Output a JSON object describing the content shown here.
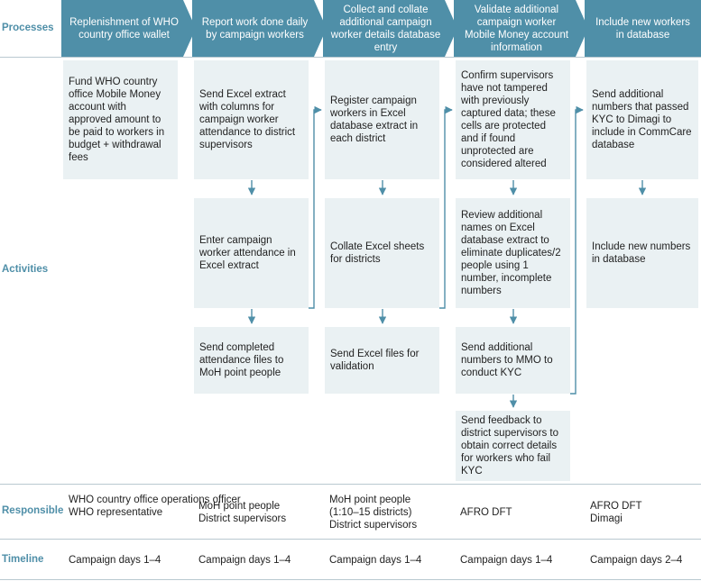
{
  "row_labels": {
    "processes": "Processes",
    "activities": "Activities",
    "responsible": "Responsible",
    "timeline": "Timeline"
  },
  "colors": {
    "header_fill": "#4f8fa8",
    "box_fill": "#eaf1f3",
    "arrow": "#4f8fa8",
    "label": "#4f8fa8"
  },
  "processes": [
    {
      "header": "Replenishment of WHO country office wallet",
      "activities": [
        "Fund WHO country office Mobile Money account with approved amount to be paid to workers in budget + withdrawal fees"
      ],
      "responsible": "WHO country office operations officer\nWHO representative",
      "timeline": "Campaign days 1–4"
    },
    {
      "header": "Report work done daily by campaign workers",
      "activities": [
        "Send Excel extract with columns for campaign worker attendance to district supervisors",
        "Enter campaign worker attendance in Excel extract",
        "Send completed attendance files to MoH point people"
      ],
      "responsible": "MoH point people\nDistrict supervisors",
      "timeline": "Campaign days 1–4"
    },
    {
      "header": "Collect and collate additional campaign worker details database entry",
      "activities": [
        "Register campaign workers in Excel database extract in each district",
        "Collate Excel sheets for districts",
        "Send Excel files for validation"
      ],
      "responsible": "MoH point people\n(1:10–15 districts)\nDistrict supervisors",
      "timeline": "Campaign days 1–4"
    },
    {
      "header": "Validate additional campaign worker Mobile Money account information",
      "activities": [
        "Confirm supervisors have not tampered with previously captured data; these cells are protected and if found unprotected are considered altered",
        "Review additional names on Excel database extract to eliminate duplicates/2 people using 1 number, incomplete numbers",
        "Send additional numbers to MMO to conduct KYC",
        "Send feedback to district supervisors to obtain correct details for workers who fail KYC"
      ],
      "responsible": "AFRO DFT",
      "timeline": "Campaign days 1–4"
    },
    {
      "header": "Include new workers in database",
      "activities": [
        "Send additional numbers that passed KYC to Dimagi to include in CommCare database",
        "Include new numbers in database"
      ],
      "responsible": "AFRO DFT\nDimagi",
      "timeline": "Campaign days 2–4"
    }
  ]
}
